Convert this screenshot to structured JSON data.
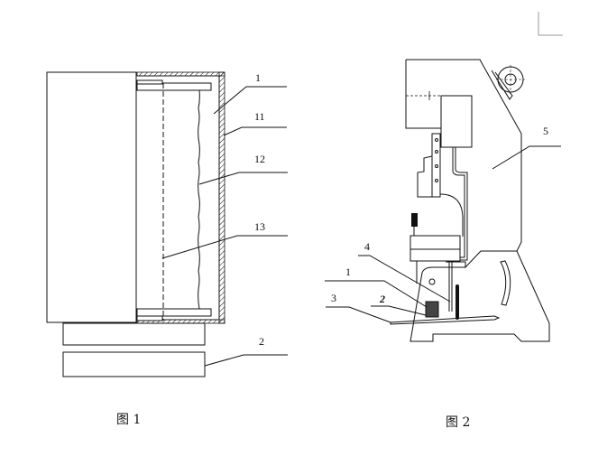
{
  "figure1": {
    "caption": "图 1",
    "labels": [
      "1",
      "11",
      "12",
      "13",
      "2"
    ]
  },
  "figure2": {
    "caption": "图 2",
    "labels": [
      "5",
      "4",
      "1",
      "2",
      "3"
    ]
  }
}
